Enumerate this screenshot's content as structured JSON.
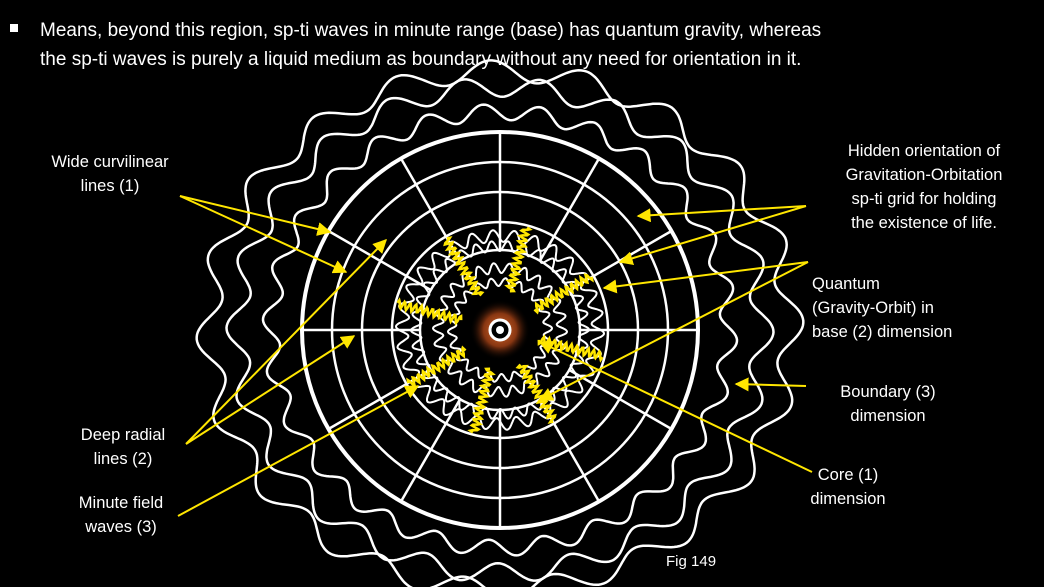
{
  "bullet": {
    "icon": "square-bullet-icon",
    "text": "Means, beyond this region, sp-ti waves in minute range (base) has quantum gravity, whereas\nthe sp-ti waves is purely a liquid medium as boundary without any need for orientation in it."
  },
  "labels": {
    "wide_curvilinear": "Wide curvilinear\nlines (1)",
    "deep_radial": "Deep radial\nlines (2)",
    "minute_field": "Minute field\nwaves (3)",
    "hidden_orientation": "Hidden orientation of\nGravitation-Orbitation\nsp-ti grid for holding\nthe existence of life.",
    "quantum": "Quantum\n(Gravity-Orbit) in\nbase (2) dimension",
    "boundary": "Boundary (3)\ndimension",
    "core": "Core (1)\ndimension"
  },
  "figure_caption": "Fig 149",
  "colors": {
    "background": "#000000",
    "line": "#ffffff",
    "pointer": "#ffe600",
    "core_glow": "#c0501a"
  }
}
